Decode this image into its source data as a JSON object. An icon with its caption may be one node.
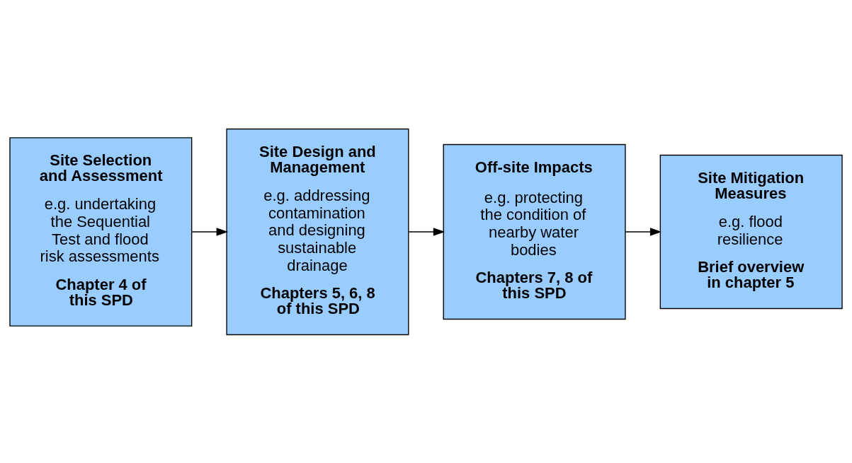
{
  "diagram": {
    "nodes": [
      {
        "text": [
          "Site Selection and Assessment",
          "e.g. undertaking the Sequential Test and flood risk assessments",
          "Chapter 4 of this SPD"
        ]
      },
      {
        "text": [
          "Site Design and Management",
          "e.g. addressing contamination and designing sustainable drainage",
          "Chapters 5, 6, 8 of this SPD"
        ]
      },
      {
        "text": [
          "Off-site Impacts",
          "e.g. protecting the condition of nearby water bodies",
          "Chapters 7, 8 of this SPD"
        ]
      },
      {
        "text": [
          "Site Mitigation Measures",
          "e.g. flood resilience",
          "Brief overview in chapter 5"
        ]
      }
    ],
    "edges": [
      {
        "from": 0,
        "to": 1,
        "arrow": "to"
      },
      {
        "from": 1,
        "to": 2,
        "arrow": "to"
      },
      {
        "from": 2,
        "to": 3,
        "arrow": "to"
      }
    ]
  }
}
